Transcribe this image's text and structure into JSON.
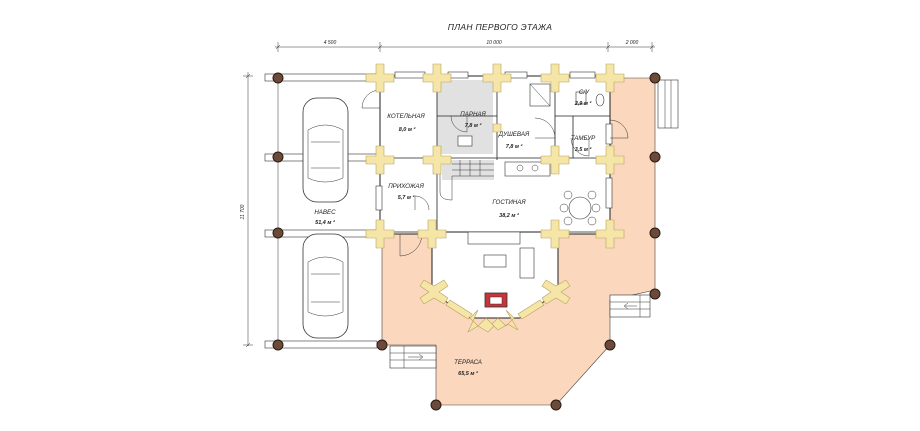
{
  "title": "ПЛАН ПЕРВОГО ЭТАЖА",
  "dimensions": {
    "top": [
      "4 500",
      "10 000",
      "2 000"
    ],
    "left": "11 700"
  },
  "rooms": [
    {
      "key": "boiler",
      "name": "КОТЕЛЬНАЯ",
      "area": "8,0 м ²"
    },
    {
      "key": "steam",
      "name": "ПАРНАЯ",
      "area": "7,8 м ²"
    },
    {
      "key": "shower",
      "name": "ДУШЕВАЯ",
      "area": "7,8 м ²"
    },
    {
      "key": "wc",
      "name": "С/У",
      "area": "2,9 м ²"
    },
    {
      "key": "vestibule",
      "name": "ТАМБУР",
      "area": "3,5 м ²"
    },
    {
      "key": "hall",
      "name": "ПРИХОЖАЯ",
      "area": "5,7 м ²"
    },
    {
      "key": "living",
      "name": "ГОСТИНАЯ",
      "area": "38,2 м ²"
    },
    {
      "key": "carport",
      "name": "НАВЕС",
      "area": "51,4 м ²"
    },
    {
      "key": "terrace",
      "name": "ТЕРРАСА",
      "area": "65,5 м ²"
    }
  ],
  "colors": {
    "wall_fill": "#f5e6a8",
    "terrace_fill": "#fbd7bd",
    "post_fill": "#6b4a3a",
    "sauna_gray": "#e1e1e1"
  }
}
